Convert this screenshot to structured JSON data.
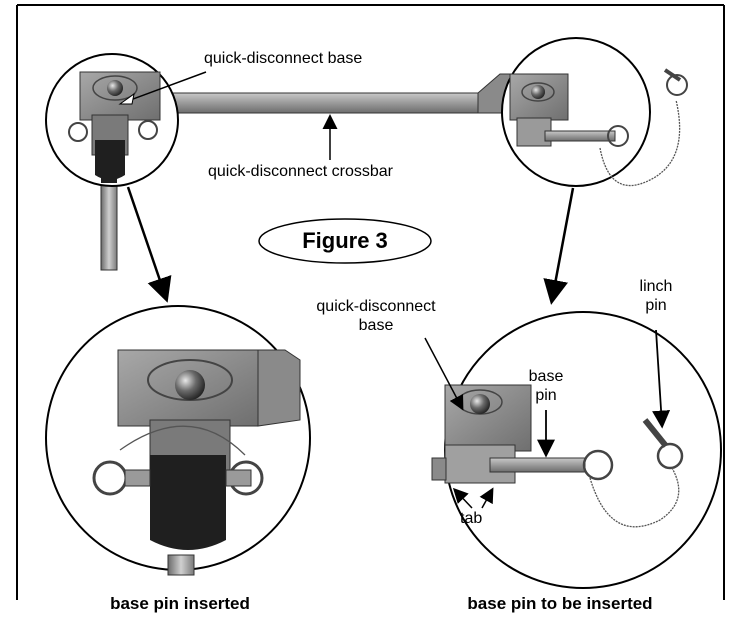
{
  "figure": {
    "title": "Figure 3"
  },
  "labels": {
    "qd_base_top": "quick-disconnect base",
    "qd_crossbar": "quick-disconnect crossbar",
    "qd_base_bottom_line1": "quick-disconnect",
    "qd_base_bottom_line2": "base",
    "base_pin_line1": "base",
    "base_pin_line2": "pin",
    "linch_pin_line1": "linch",
    "linch_pin_line2": "pin",
    "tab": "tab"
  },
  "captions": {
    "left": "base pin inserted",
    "right": "base pin to be inserted"
  },
  "colors": {
    "metal": "#8a8a8a",
    "metal_light": "#b5b5b5",
    "metal_dark": "#555555",
    "rubber": "#1f1f1f",
    "outline": "#000000"
  }
}
